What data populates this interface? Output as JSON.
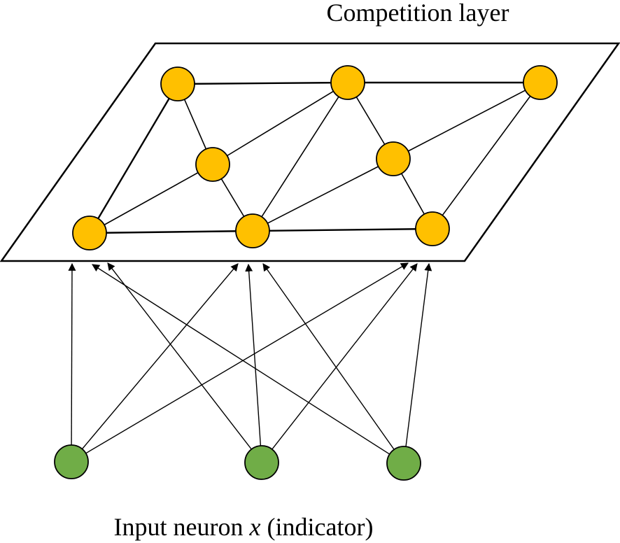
{
  "title": "Competition layer",
  "caption": {
    "prefix": "Input neuron ",
    "variable": "x",
    "suffix": " (indicator)"
  },
  "colors": {
    "competition_node": "#FFC000",
    "input_node": "#70AD47",
    "line": "#000000",
    "background": "#FFFFFF"
  },
  "competition_nodes": [
    "c1",
    "c2",
    "c3",
    "c4",
    "c5",
    "c6",
    "c7",
    "c8"
  ],
  "input_nodes": [
    "i1",
    "i2",
    "i3"
  ]
}
